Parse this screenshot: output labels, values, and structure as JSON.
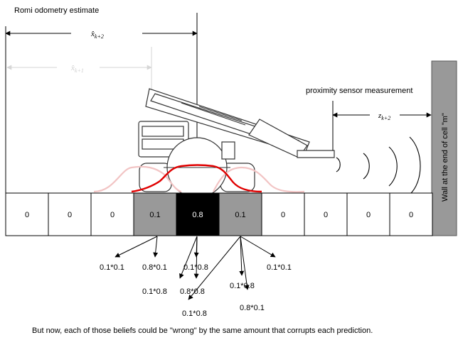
{
  "title": "Romi odometry estimate",
  "estimate_label": "x̂",
  "estimate_subscript": "k+2",
  "prev_estimate_label": "x̂",
  "prev_estimate_subscript": "k+1",
  "sensor_label": "proximity sensor measurement",
  "measurement_label": "z",
  "measurement_subscript": "k+2",
  "wall_label": "Wall at the end of cell \"m\"",
  "cells": [
    {
      "value": "0",
      "fill": "#ffffff",
      "text_color": "#000000"
    },
    {
      "value": "0",
      "fill": "#ffffff",
      "text_color": "#000000"
    },
    {
      "value": "0",
      "fill": "#ffffff",
      "text_color": "#000000"
    },
    {
      "value": "0.1",
      "fill": "#999999",
      "text_color": "#000000"
    },
    {
      "value": "0.8",
      "fill": "#000000",
      "text_color": "#ffffff"
    },
    {
      "value": "0.1",
      "fill": "#999999",
      "text_color": "#000000"
    },
    {
      "value": "0",
      "fill": "#ffffff",
      "text_color": "#000000"
    },
    {
      "value": "0",
      "fill": "#ffffff",
      "text_color": "#000000"
    },
    {
      "value": "0",
      "fill": "#ffffff",
      "text_color": "#000000"
    },
    {
      "value": "0",
      "fill": "#ffffff",
      "text_color": "#000000"
    }
  ],
  "products": [
    "0.1*0.1",
    "0.8*0.1",
    "0.1*0.8",
    "0.1*0.1",
    "0.1*0.8",
    "0.8*0.8",
    "0.1*0.8",
    "0.8*0.1",
    "0.1*0.8"
  ],
  "caption": "But now, each of those beliefs could be \"wrong\" by the same amount that corrupts each prediction.",
  "colors": {
    "wall": "#999999",
    "belief_curve": "#e00000",
    "belief_curve_faint": "#f2c4c4",
    "faint_arrow": "#d6d6d6"
  }
}
